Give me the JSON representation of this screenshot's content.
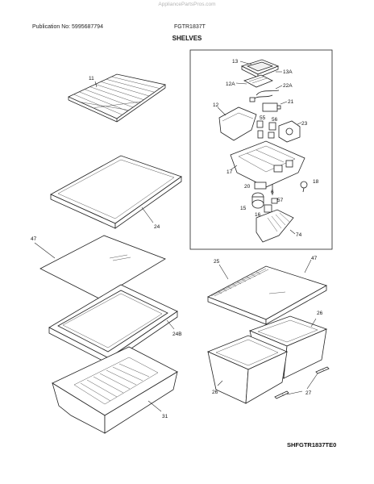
{
  "header": {
    "watermark": "AppliancePartsPros.com",
    "publication": "Publication No: 5995687794",
    "model": "FGTR1837T",
    "section_title": "SHELVES"
  },
  "diagram_code": "SHFGTR1837TE0",
  "callouts": {
    "c11": "11",
    "c24": "24",
    "c47_left": "47",
    "c24b": "24B",
    "c31": "31",
    "c13": "13",
    "c13a": "13A",
    "c12a": "12A",
    "c22a": "22A",
    "c21": "21",
    "c12": "12",
    "c55": "55",
    "c56": "56",
    "c23": "23",
    "c17": "17",
    "c18": "18",
    "c20": "20",
    "c6": "6",
    "c57": "57",
    "c15": "15",
    "c16": "16",
    "c74": "74",
    "c25": "25",
    "c47_right": "47",
    "c26_right": "26",
    "c26_left": "26",
    "c27": "27"
  }
}
